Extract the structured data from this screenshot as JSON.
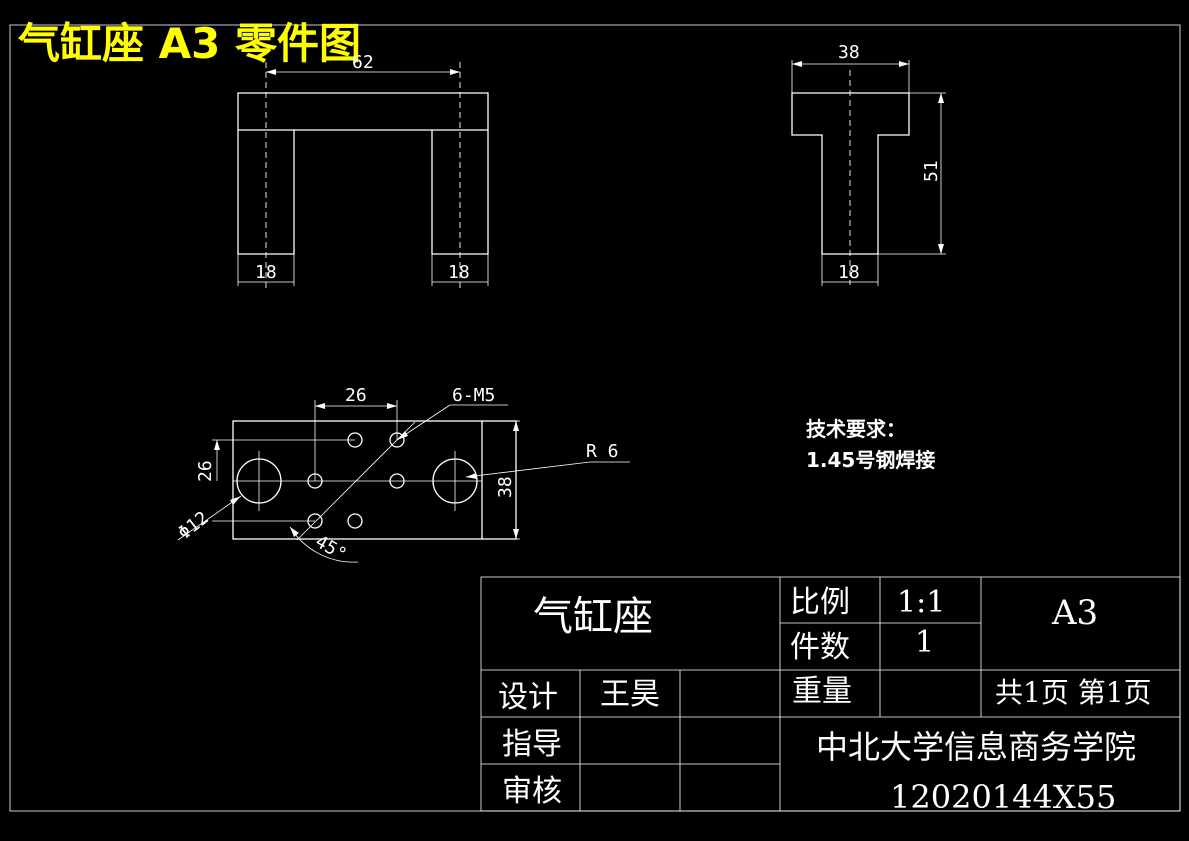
{
  "title": "气缸座  A3  零件图",
  "front_view": {
    "overall_width": "62",
    "left_leg": "18",
    "right_leg": "18"
  },
  "side_view": {
    "top_width": "38",
    "height": "51",
    "stem_width": "18"
  },
  "top_view": {
    "hole_spacing": "26",
    "thread_callout": "6-M5",
    "radius": "R 6",
    "diameter": "Φ12",
    "height": "38",
    "vertical_spacing": "26",
    "angle": "45°"
  },
  "tech_req": {
    "heading": "技术要求：",
    "item1": "1.45号钢焊接"
  },
  "title_block": {
    "part_name": "气缸座",
    "scale_label": "比例",
    "scale_value": "1:1",
    "qty_label": "件数",
    "qty_value": "1",
    "sheet_size": "A3",
    "weight_label": "重量",
    "pages": "共1页 第1页",
    "design_label": "设计",
    "designer": "王昊",
    "guide_label": "指导",
    "review_label": "审核",
    "school": "中北大学信息商务学院",
    "code": "12020144X55"
  }
}
